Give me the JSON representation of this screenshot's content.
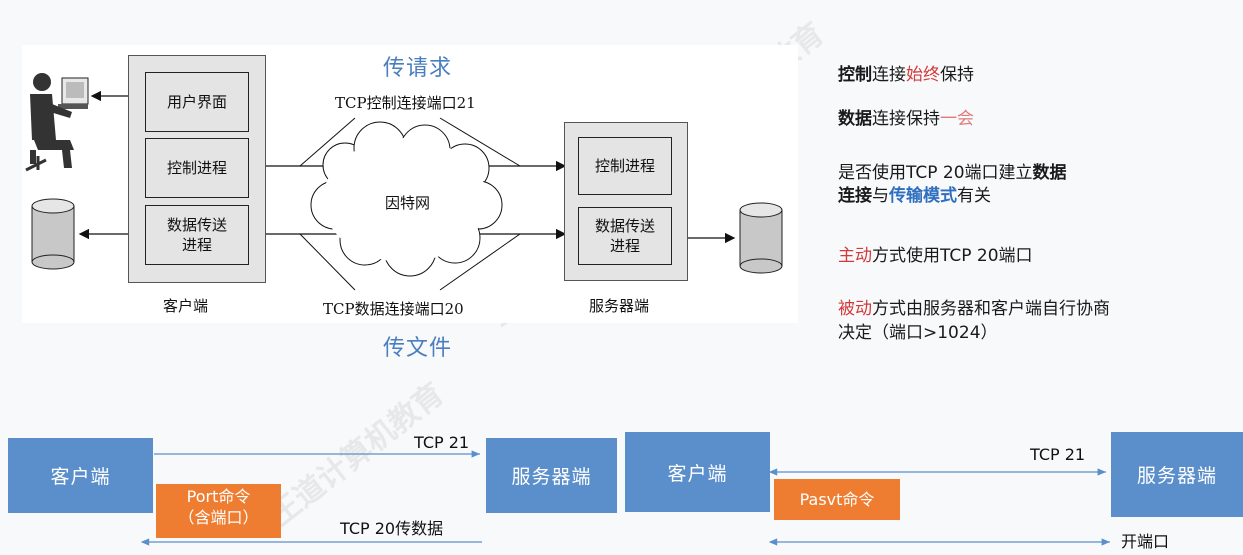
{
  "diagram": {
    "title_request": "传请求",
    "title_file": "传文件",
    "tcp_control": "TCP控制连接端口21",
    "tcp_data": "TCP数据连接端口20",
    "internet": "因特网",
    "client": {
      "caption": "客户端",
      "ui": "用户界面",
      "control": "控制进程",
      "data": "数据传送\n进程"
    },
    "server": {
      "caption": "服务器端",
      "control": "控制进程",
      "data": "数据传送\n进程"
    }
  },
  "notes": {
    "line1": {
      "a": "控制",
      "b": "连接",
      "c": "始终",
      "d": "保持"
    },
    "line2": {
      "a": "数据",
      "b": "连接保持",
      "c": "一会"
    },
    "line3": {
      "a": "是否使用TCP 20端口建立",
      "b": "数据"
    },
    "line4": {
      "a": "连接",
      "b": "与",
      "c": "传输模式",
      "d": "有关"
    },
    "line5": {
      "a": "主动",
      "b": "方式使用TCP 20端口"
    },
    "line6": {
      "a": "被动",
      "b": "方式由服务器和客户端自行协商"
    },
    "line7": "决定（端口>1024）"
  },
  "active": {
    "client": "客户端",
    "server": "服务器端",
    "command": "Port命令\n（含端口）",
    "tcp21": "TCP 21",
    "tcp20": "TCP 20传数据"
  },
  "passive": {
    "client": "客户端",
    "server": "服务器端",
    "command": "Pasvt命令",
    "tcp21": "TCP 21",
    "open_port": "开端口"
  },
  "watermark": "王道计算机教育",
  "colors": {
    "box_blue": "#5b8fcb",
    "command_orange": "#ef7d31",
    "title_blue": "#4a7ebf",
    "emphasis_red": "#d23a3a"
  }
}
